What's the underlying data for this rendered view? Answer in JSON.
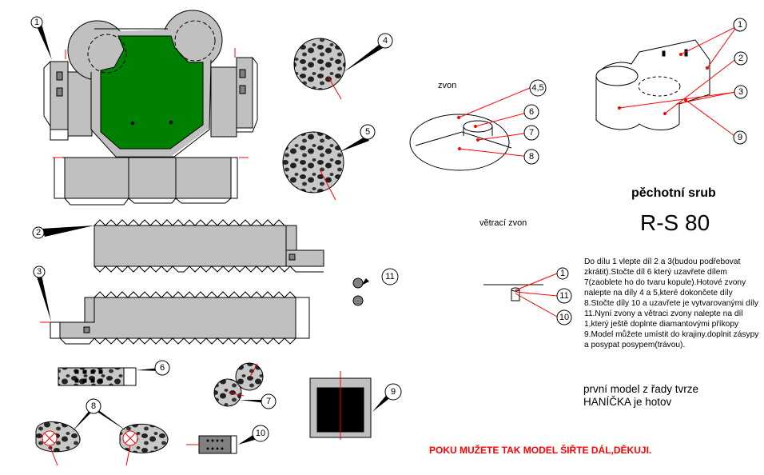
{
  "labels": {
    "zvon": "zvon",
    "vetraci_zvon": "větrací zvon",
    "title": "pěchotní srub",
    "model": "R-S 80",
    "instructions": "Do dílu 1 vlepte díl 2 a 3(budou podřebovat zkrátit).Stočte díl 6 který uzavřete dílem 7(zaoblete ho do tvaru kopule).Hotové zvony nalepte na díly 4 a 5,které dokončete díly 8.Stočte díly 10 a uzavřete je vytvarovanými díly 11.Nyní zvony a větraci zvony nalepte na díl 1,který ještě doplnte diamantovými příkopy 9.Model můžete umístit do krajiny.doplnit zásypy a posypat posypem(trávou).",
    "note_line1": "první model z řady tvrze",
    "note_line2": "HANÍČKA je hotov",
    "footer": "POKU MUŽETE TAK MODEL ŠIŘTE DÁL,DĚKUJI."
  },
  "part_numbers": {
    "p1": "1",
    "p2": "2",
    "p3": "3",
    "p4": "4",
    "p5": "5",
    "p6": "6",
    "p7": "7",
    "p8": "8",
    "p9": "9",
    "p10": "10",
    "p11": "11",
    "c45": "4,5",
    "c6": "6",
    "c7": "7",
    "c8": "8",
    "r1": "1",
    "r2": "2",
    "r3": "3",
    "r9": "9",
    "v1": "1",
    "v11": "11",
    "v10": "10"
  },
  "colors": {
    "grey": "#c0c0c0",
    "green": "#008000",
    "red": "#ff0000"
  }
}
